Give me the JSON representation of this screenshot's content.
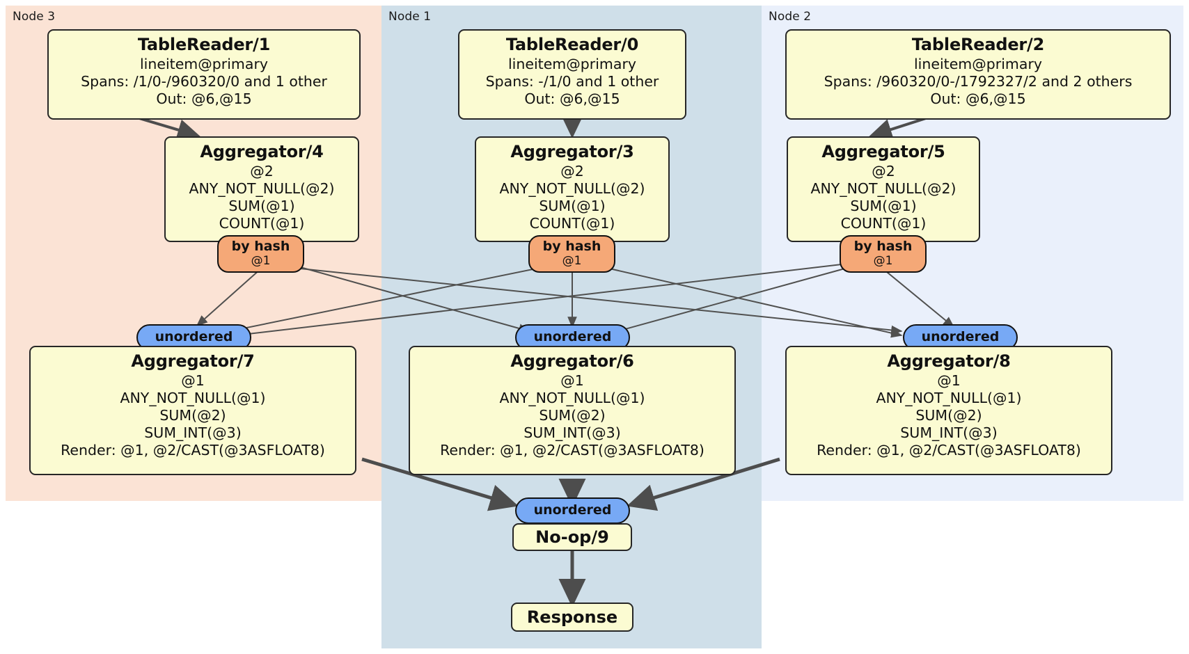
{
  "diagram": {
    "type": "distributed-query-plan",
    "colors": {
      "node3_region": "#fbe3d5",
      "node1_region": "#cfdfe9",
      "node2_region": "#eaf0fb",
      "processor_box": "#fbfbd2",
      "hash_router": "#f5a877",
      "unordered_synchronizer": "#77a9f5",
      "outline": "#262626"
    }
  },
  "regions": [
    {
      "label": "Node 3"
    },
    {
      "label": "Node 1"
    },
    {
      "label": "Node 2"
    }
  ],
  "processors": {
    "table_reader_1": {
      "title": "TableReader/1",
      "l1": "lineitem@primary",
      "l2": "Spans: /1/0-/960320/0 and 1 other",
      "l3": "Out: @6,@15"
    },
    "table_reader_0": {
      "title": "TableReader/0",
      "l1": "lineitem@primary",
      "l2": "Spans: -/1/0 and 1 other",
      "l3": "Out: @6,@15"
    },
    "table_reader_2": {
      "title": "TableReader/2",
      "l1": "lineitem@primary",
      "l2": "Spans: /960320/0-/1792327/2 and 2 others",
      "l3": "Out: @6,@15"
    },
    "aggregator_4": {
      "title": "Aggregator/4",
      "l1": "@2",
      "l2": "ANY_NOT_NULL(@2)",
      "l3": "SUM(@1)",
      "l4": "COUNT(@1)"
    },
    "aggregator_3": {
      "title": "Aggregator/3",
      "l1": "@2",
      "l2": "ANY_NOT_NULL(@2)",
      "l3": "SUM(@1)",
      "l4": "COUNT(@1)"
    },
    "aggregator_5": {
      "title": "Aggregator/5",
      "l1": "@2",
      "l2": "ANY_NOT_NULL(@2)",
      "l3": "SUM(@1)",
      "l4": "COUNT(@1)"
    },
    "aggregator_7": {
      "title": "Aggregator/7",
      "l1": "@1",
      "l2": "ANY_NOT_NULL(@1)",
      "l3": "SUM(@2)",
      "l4": "SUM_INT(@3)",
      "l5": "Render: @1, @2/CAST(@3ASFLOAT8)"
    },
    "aggregator_6": {
      "title": "Aggregator/6",
      "l1": "@1",
      "l2": "ANY_NOT_NULL(@1)",
      "l3": "SUM(@2)",
      "l4": "SUM_INT(@3)",
      "l5": "Render: @1, @2/CAST(@3ASFLOAT8)"
    },
    "aggregator_8": {
      "title": "Aggregator/8",
      "l1": "@1",
      "l2": "ANY_NOT_NULL(@1)",
      "l3": "SUM(@2)",
      "l4": "SUM_INT(@3)",
      "l5": "Render: @1, @2/CAST(@3ASFLOAT8)"
    },
    "noop_9": {
      "title": "No-op/9"
    },
    "response": {
      "title": "Response"
    }
  },
  "routers": {
    "hash_left": {
      "title": "by hash",
      "sub": "@1"
    },
    "hash_center": {
      "title": "by hash",
      "sub": "@1"
    },
    "hash_right": {
      "title": "by hash",
      "sub": "@1"
    }
  },
  "synchronizers": {
    "unordered_left": {
      "title": "unordered"
    },
    "unordered_center": {
      "title": "unordered"
    },
    "unordered_right": {
      "title": "unordered"
    },
    "unordered_final": {
      "title": "unordered"
    }
  }
}
